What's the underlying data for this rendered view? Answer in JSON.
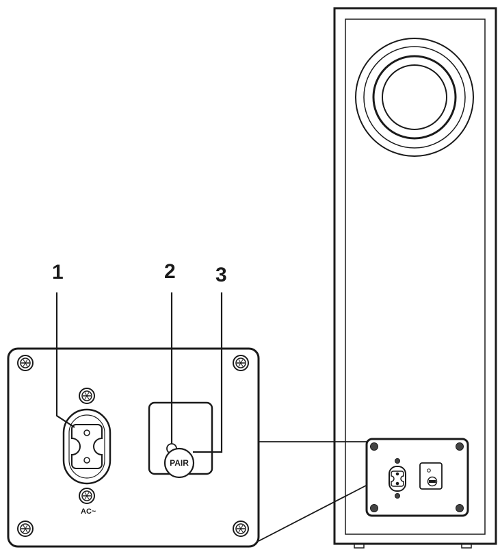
{
  "callouts": [
    {
      "label": "1"
    },
    {
      "label": "2"
    },
    {
      "label": "3"
    }
  ],
  "panel": {
    "pair_button_label": "PAIR",
    "power_inlet_label": "AC~"
  },
  "colors": {
    "line": "#1a1a1a",
    "background": "#ffffff",
    "fill_light": "#f4f4f4"
  }
}
